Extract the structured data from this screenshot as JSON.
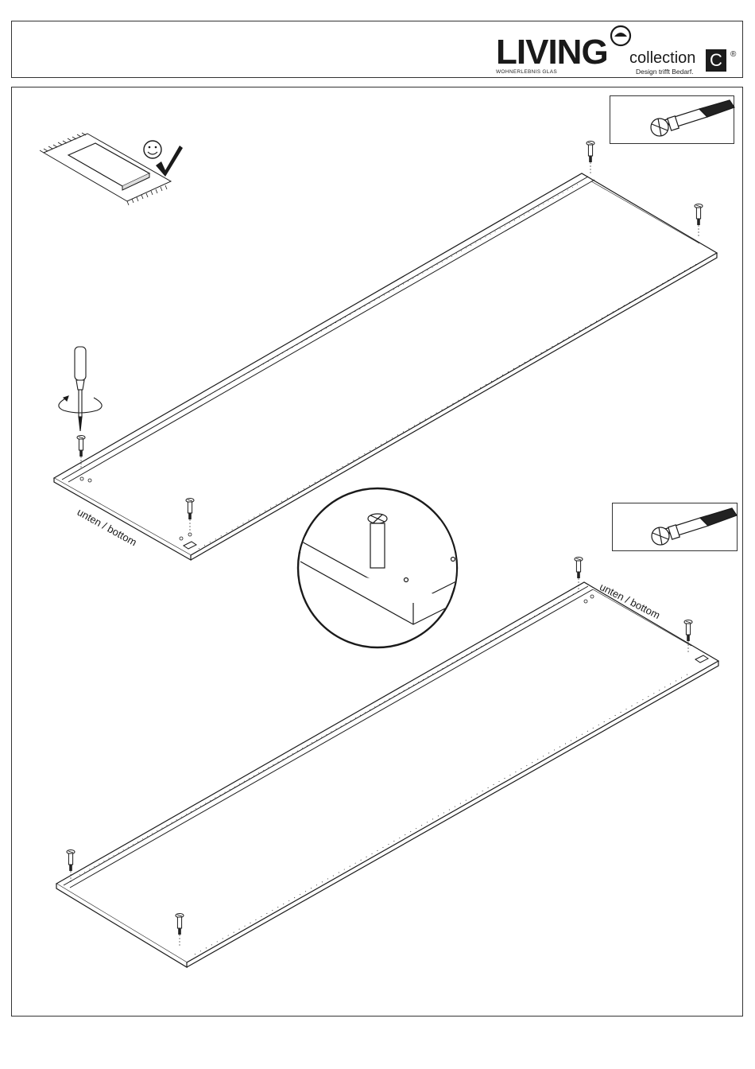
{
  "brand": {
    "name": "LIVING",
    "subline": "WOHNERLEBNIS GLAS",
    "collection": "collection",
    "tagline": "Design trifft Bedarf.",
    "badge": "C",
    "registered": "®"
  },
  "labels": {
    "panel_top_bottom": "unten / bottom",
    "panel_lower_bottom": "unten / bottom"
  },
  "icons": {
    "tip": "smiley-checkmark-icon",
    "fastener": "cam-bolt-icon",
    "tool": "screwdriver-icon"
  },
  "colors": {
    "line": "#1a1a1a",
    "badge_bg": "#1c1c1c"
  }
}
